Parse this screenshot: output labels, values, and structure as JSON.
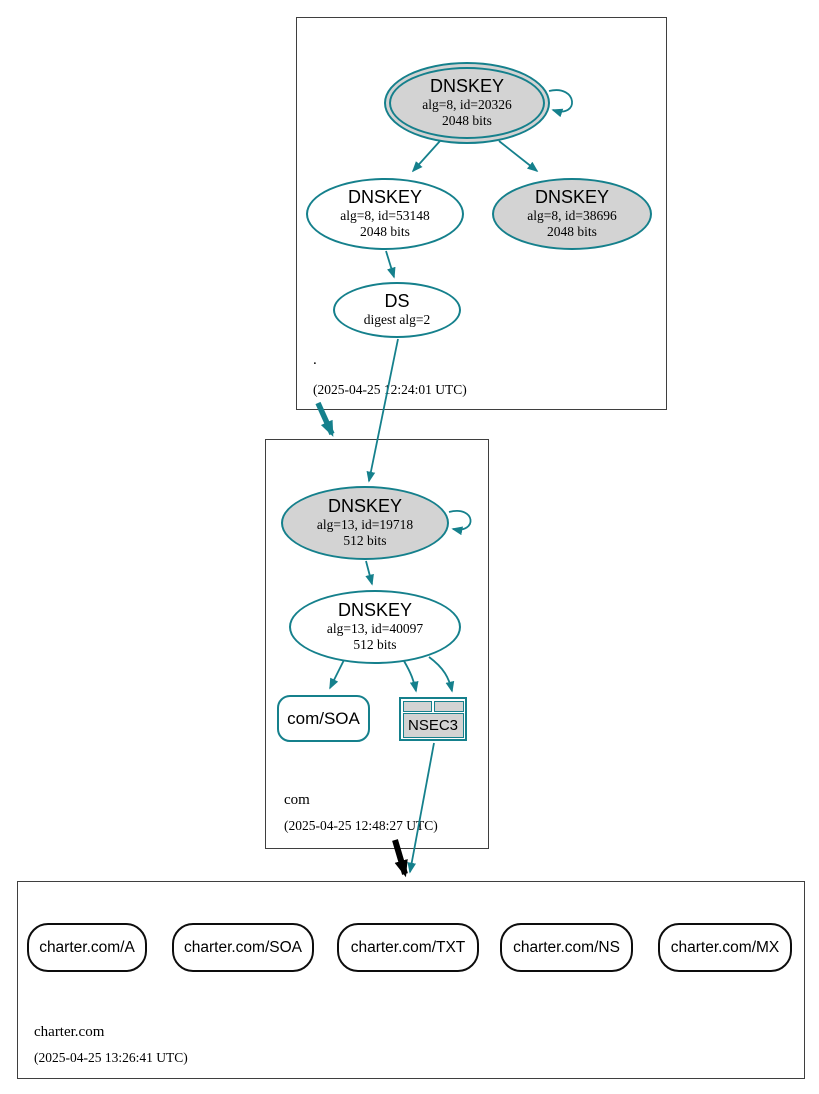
{
  "zones": [
    {
      "name": ".",
      "timestamp": "(2025-04-25 12:24:01 UTC)"
    },
    {
      "name": "com",
      "timestamp": "(2025-04-25 12:48:27 UTC)"
    },
    {
      "name": "charter.com",
      "timestamp": "(2025-04-25 13:26:41 UTC)"
    }
  ],
  "nodes": {
    "root_ksk": {
      "title": "DNSKEY",
      "detail1": "alg=8, id=20326",
      "detail2": "2048 bits"
    },
    "root_zsk": {
      "title": "DNSKEY",
      "detail1": "alg=8, id=53148",
      "detail2": "2048 bits"
    },
    "root_key3": {
      "title": "DNSKEY",
      "detail1": "alg=8, id=38696",
      "detail2": "2048 bits"
    },
    "root_ds": {
      "title": "DS",
      "detail1": "digest alg=2"
    },
    "com_ksk": {
      "title": "DNSKEY",
      "detail1": "alg=13, id=19718",
      "detail2": "512 bits"
    },
    "com_zsk": {
      "title": "DNSKEY",
      "detail1": "alg=13, id=40097",
      "detail2": "512 bits"
    },
    "com_soa": {
      "label": "com/SOA"
    },
    "nsec3": {
      "label": "NSEC3"
    },
    "charter_a": {
      "label": "charter.com/A"
    },
    "charter_soa": {
      "label": "charter.com/SOA"
    },
    "charter_txt": {
      "label": "charter.com/TXT"
    },
    "charter_ns": {
      "label": "charter.com/NS"
    },
    "charter_mx": {
      "label": "charter.com/MX"
    }
  },
  "colors": {
    "secure_teal": "#15808c",
    "insecure_black": "#000000",
    "node_fill_gray": "#d3d3d3",
    "zone_border": "#3f3f3f"
  }
}
